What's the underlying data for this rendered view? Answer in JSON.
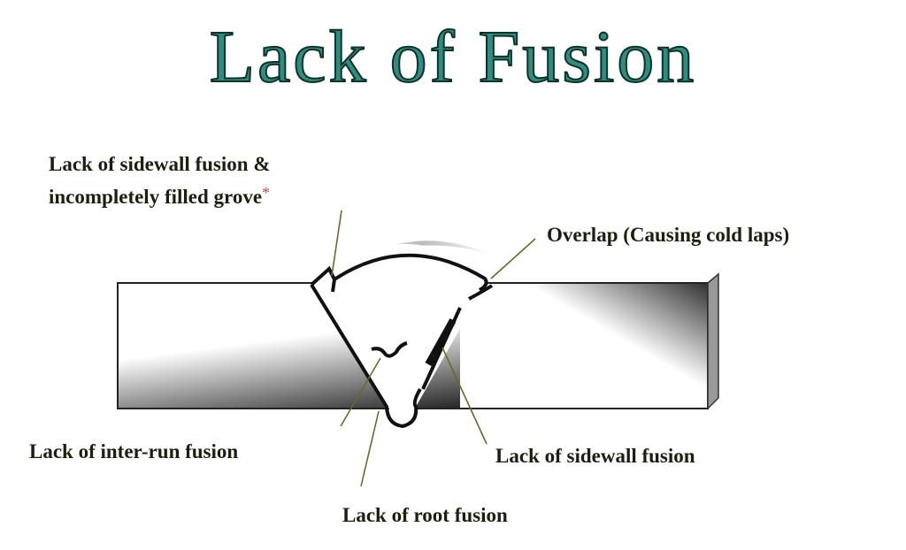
{
  "title": "Lack of Fusion",
  "labels": {
    "sidewall_groove_line1": "Lack of sidewall fusion &",
    "sidewall_groove_line2": "incompletely filled grove",
    "asterisk": "*",
    "overlap": "Overlap (Causing cold laps)",
    "inter_run": "Lack of inter-run fusion",
    "sidewall": "Lack of sidewall fusion",
    "root": "Lack of root fusion"
  },
  "colors": {
    "title": "#2e8d7e",
    "leader": "#6b6a2a",
    "asterisk": "#c0504d"
  }
}
